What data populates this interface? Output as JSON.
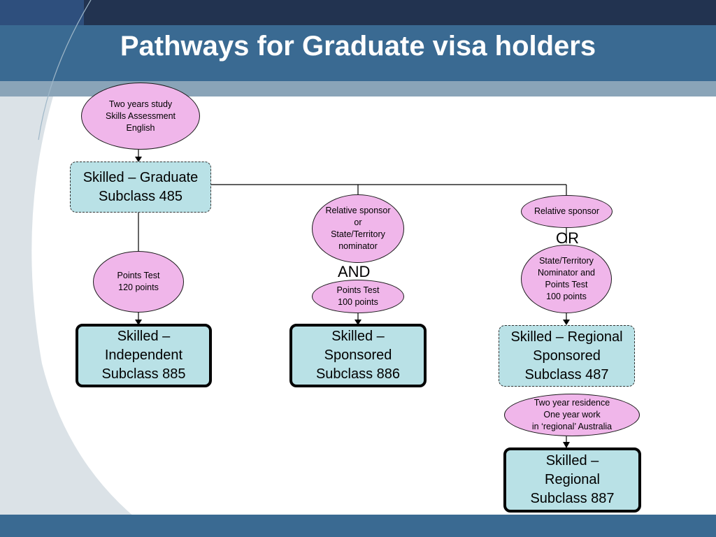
{
  "title": "Pathways for Graduate visa holders",
  "colors": {
    "header_bar": "#3a6a92",
    "top_strip": "#223350",
    "light_strip": "#8aa4b8",
    "bottom_bar": "#3a6a92",
    "ellipse_fill": "#f0b6ea",
    "box_fill": "#b9e1e6"
  },
  "nodes": {
    "requirements": "Two years study\nSkills Assessment\nEnglish",
    "graduate": "Skilled – Graduate\nSubclass 485",
    "points120": "Points Test\n120 points",
    "independent": "Skilled –\nIndependent\nSubclass 885",
    "sponsor_or_nominator": "Relative sponsor\nor\nState/Territory\nnominator",
    "points100": "Points Test\n100 points",
    "sponsored": "Skilled –\nSponsored\nSubclass 886",
    "relative_sponsor": "Relative sponsor",
    "nominator_points": "State/Territory\nNominator and\nPoints Test\n100 points",
    "regional_sponsored": "Skilled – Regional\nSponsored\nSubclass 487",
    "residence_work": "Two year residence\nOne year work\nin ‘regional’ Australia",
    "regional": "Skilled –\nRegional\nSubclass 887"
  },
  "connectors": {
    "and": "AND",
    "or": "OR"
  }
}
